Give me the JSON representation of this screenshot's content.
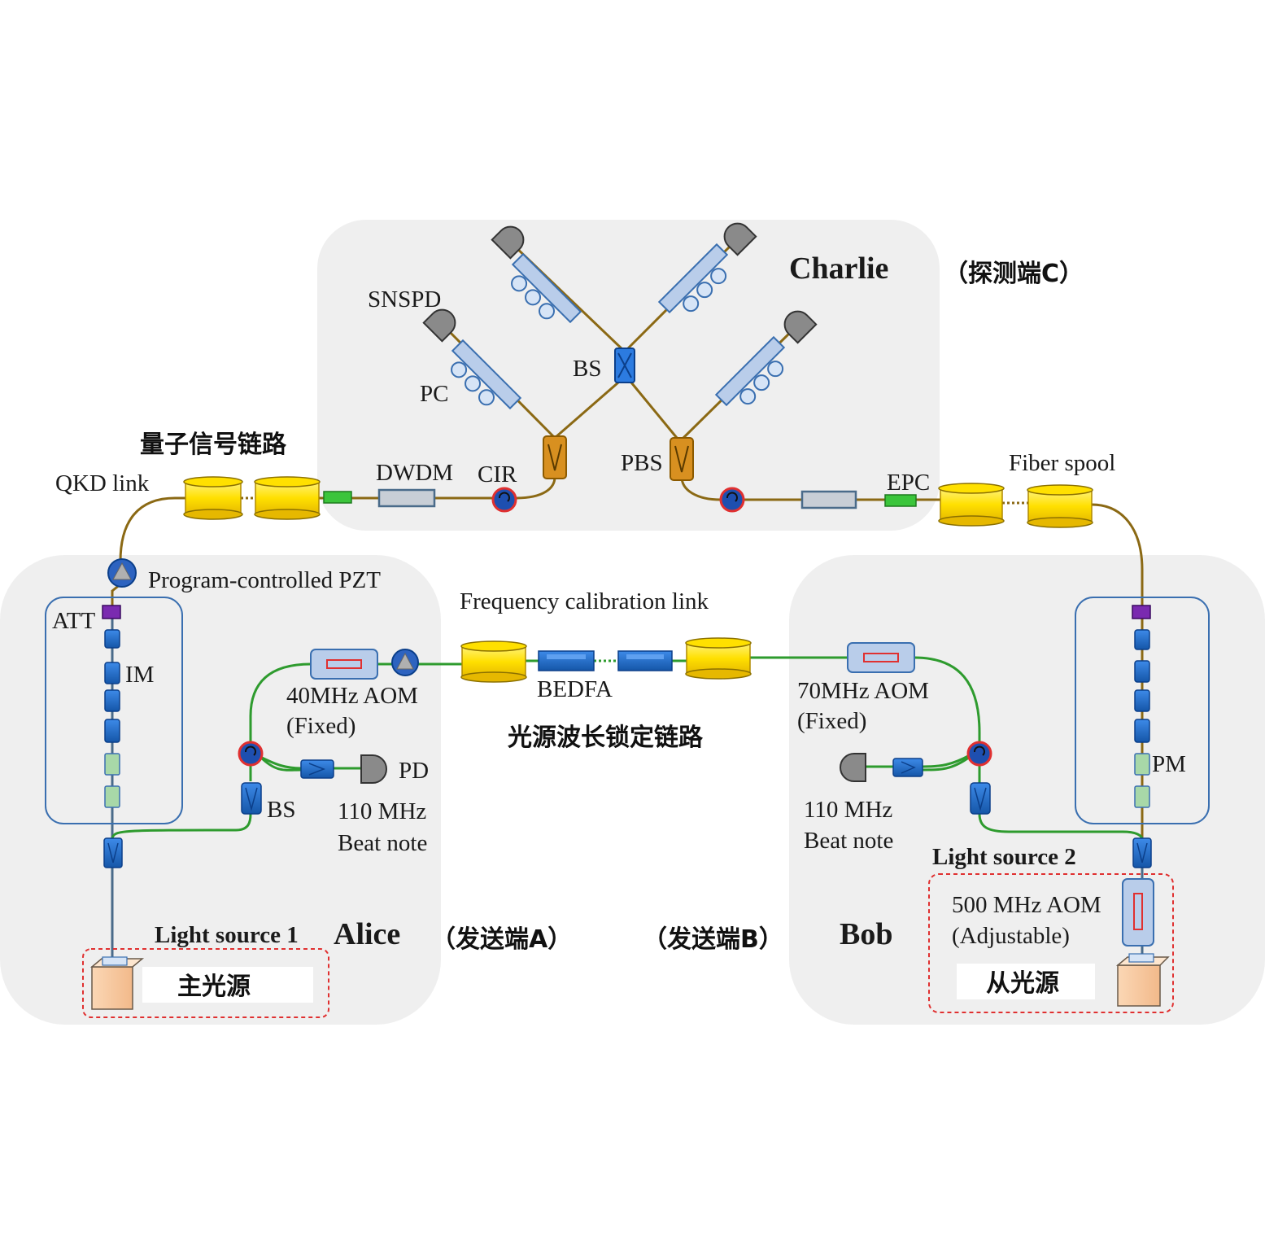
{
  "regions": {
    "charlie": {
      "name": "Charlie",
      "note": "（探测端C）"
    },
    "alice": {
      "name": "Alice",
      "note": "（发送端A）"
    },
    "bob": {
      "name": "Bob",
      "note": "（发送端B）"
    }
  },
  "labels": {
    "snspd": "SNSPD",
    "pc": "PC",
    "bs_charlie": "BS",
    "pbs": "PBS",
    "dwdm": "DWDM",
    "cir": "CIR",
    "epc": "EPC",
    "fiber_spool": "Fiber spool",
    "qkd_link": "QKD link",
    "quantum_link_cn": "量子信号链路",
    "pzt": "Program-controlled PZT",
    "freq_link": "Frequency calibration link",
    "bedfa": "BEDFA",
    "lock_link_cn": "光源波长锁定链路",
    "att": "ATT",
    "im": "IM",
    "pm": "PM",
    "aom40_line1": "40MHz AOM",
    "aom40_line2": "(Fixed)",
    "aom70_line1": "70MHz AOM",
    "aom70_line2": "(Fixed)",
    "pd": "PD",
    "bs_alice": "BS",
    "beat_left_1": "110 MHz",
    "beat_left_2": "Beat note",
    "beat_right_1": "110 MHz",
    "beat_right_2": "Beat note",
    "light_source_1": "Light source 1",
    "light_source_2": "Light source 2",
    "aom500_line1": "500 MHz AOM",
    "aom500_line2": "(Adjustable)",
    "master_cn": "主光源",
    "slave_cn": "从光源"
  },
  "colors": {
    "quantum_fiber": "#8B6914",
    "lock_fiber": "#2E9B2E",
    "region_bg": "#EFEFEF",
    "spool": "#FFE000",
    "component_blue": "#1E6FD0",
    "dashed_box": "#E03030"
  }
}
